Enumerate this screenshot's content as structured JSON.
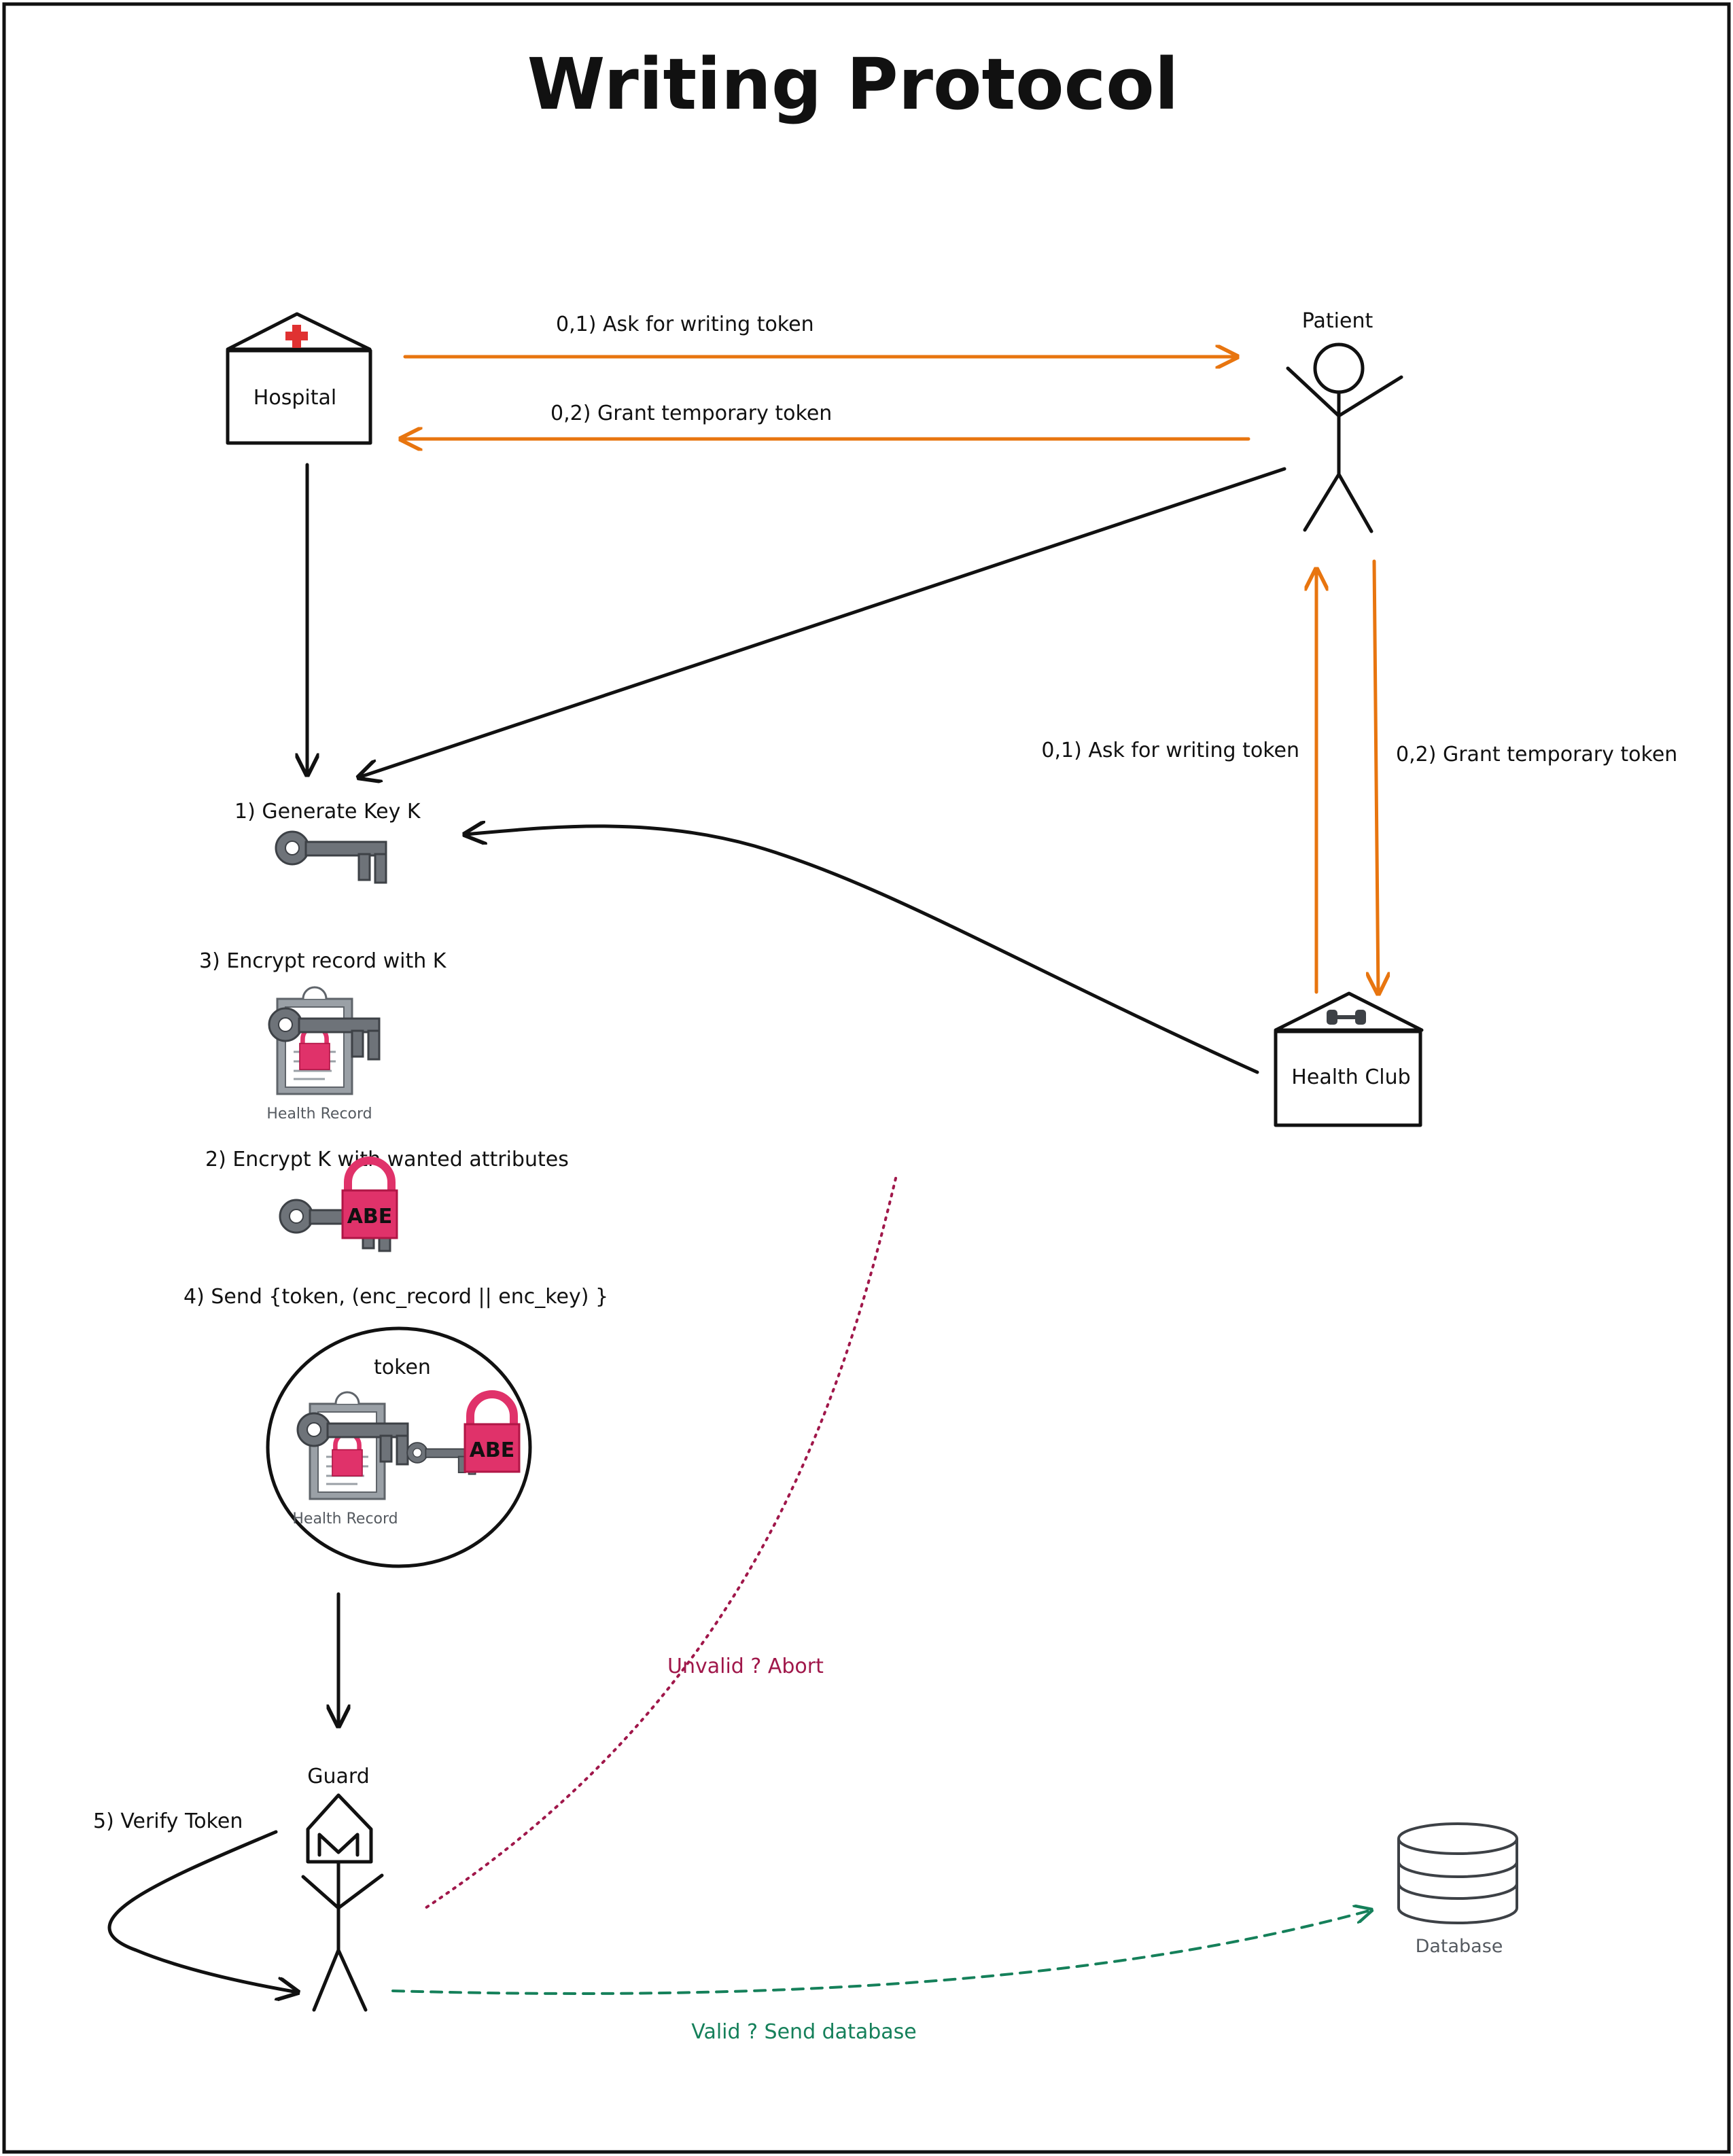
{
  "title": "Writing Protocol",
  "actors": {
    "hospital": "Hospital",
    "patient": "Patient",
    "health_club": "Health Club",
    "guard": "Guard",
    "database": "Database"
  },
  "arrows": {
    "hospital_ask": "0,1) Ask for writing token",
    "hospital_grant": "0,2) Grant temporary token",
    "club_ask": "0,1) Ask for writing token",
    "club_grant": "0,2) Grant temporary token"
  },
  "steps": {
    "generate_key": "1) Generate Key K",
    "encrypt_record": "3) Encrypt record with K",
    "encrypt_key": "2) Encrypt K with wanted attributes",
    "send": "4) Send {token, (enc_record || enc_key) }",
    "verify": "5) Verify Token"
  },
  "icons": {
    "health_record": "Health Record",
    "abe": "ABE",
    "token": "token"
  },
  "outcomes": {
    "invalid": "Unvalid ? Abort",
    "valid": "Valid ? Send database"
  },
  "colors": {
    "ink": "#111111",
    "orange": "#e8750f",
    "invalid": "#a0174a",
    "valid": "#15805a",
    "key_grey": "#6e7379",
    "lock_pink": "#e0326a",
    "cross_red": "#e03131"
  }
}
